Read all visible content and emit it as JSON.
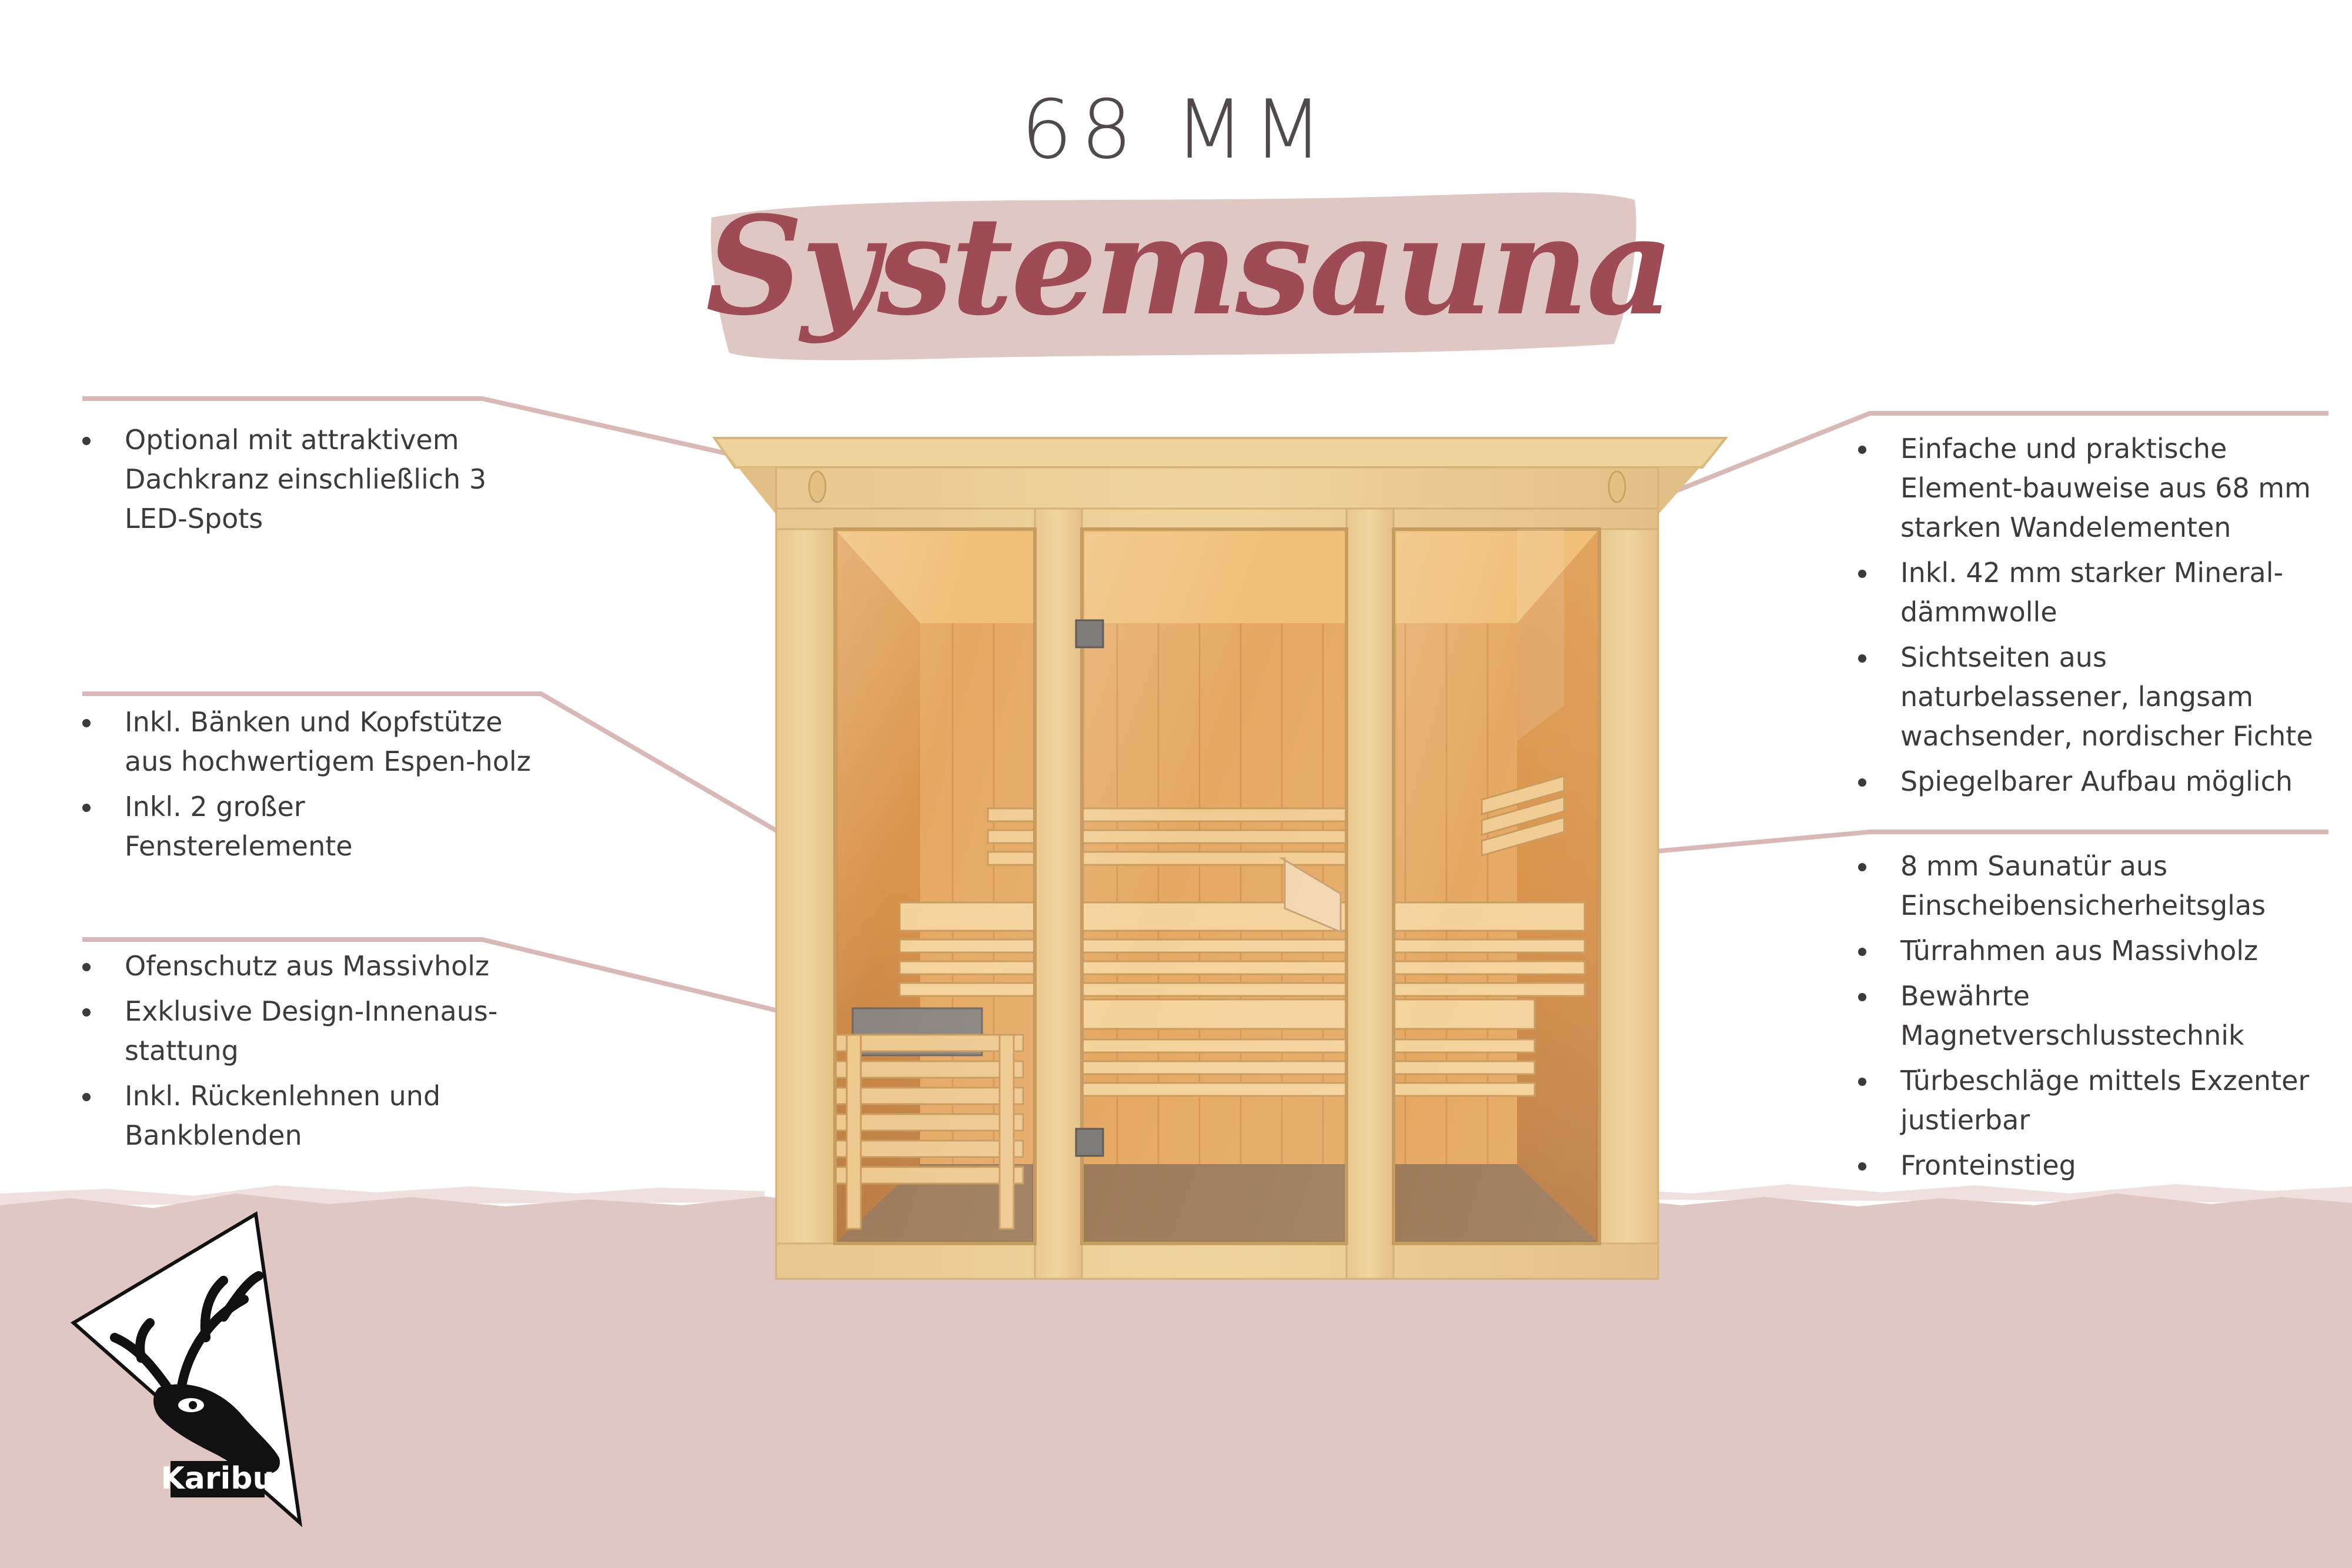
{
  "headline": "68 MM",
  "script_title": "Systemsauna",
  "brand": "Karibu",
  "colors": {
    "accent": "#9e4b55",
    "band": "#e1c7c4",
    "text": "#3f3a3a",
    "leader": "#d8b9b7",
    "wood": "#e8c48a"
  },
  "features": {
    "left_top": [
      "Optional mit attraktivem Dachkranz einschließlich 3 LED-Spots"
    ],
    "left_middle": [
      "Inkl. Bänken und Kopfstütze aus hochwertigem Espen-holz",
      "Inkl. 2 großer Fensterelemente"
    ],
    "left_bottom": [
      "Ofenschutz aus Massivholz",
      "Exklusive Design-Innenaus-stattung",
      "Inkl. Rückenlehnen und Bankblenden"
    ],
    "right_top": [
      "Einfache und praktische Element-bauweise aus 68 mm starken Wandelementen",
      "Inkl. 42 mm starker Mineral-dämmwolle",
      "Sichtseiten aus naturbelassener, langsam wachsender, nordischer Fichte",
      "Spiegelbarer Aufbau möglich"
    ],
    "right_bottom": [
      "8 mm Saunatür aus Einscheibensicherheitsglas",
      "Türrahmen aus Massivholz",
      "Bewährte Magnetverschlusstechnik",
      "Türbeschläge mittels Exzenter justierbar",
      "Fronteinstieg"
    ]
  }
}
